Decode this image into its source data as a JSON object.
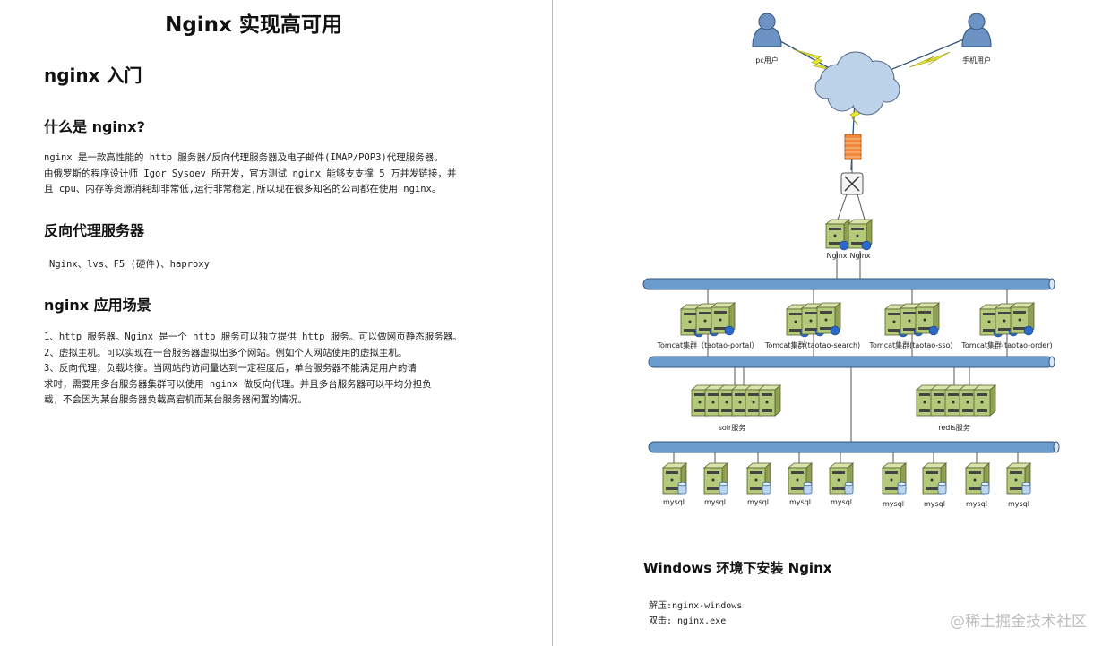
{
  "left_page": {
    "title": "Nginx 实现高可用",
    "section_intro": "nginx 入门",
    "what_is": {
      "heading": "什么是 nginx?",
      "lines": [
        "nginx 是一款高性能的 http 服务器/反向代理服务器及电子邮件(IMAP/POP3)代理服务器。",
        "由俄罗斯的程序设计师 Igor Sysoev 所开发，官方测试 nginx 能够支支撑 5 万并发链接，并",
        "且 cpu、内存等资源消耗却非常低,运行非常稳定,所以现在很多知名的公司都在使用 nginx。"
      ]
    },
    "reverse_proxy": {
      "heading": "反向代理服务器",
      "text": "Nginx、lvs、F5 (硬件)、haproxy"
    },
    "scenarios": {
      "heading": "nginx 应用场景",
      "lines": [
        "1、http 服务器。Nginx 是一个 http 服务可以独立提供 http 服务。可以做网页静态服务器。",
        "2、虚拟主机。可以实现在一台服务器虚拟出多个网站。例如个人网站使用的虚拟主机。",
        "3、反向代理，负载均衡。当网站的访问量达到一定程度后，单台服务器不能满足用户的请",
        "求时，需要用多台服务器集群可以使用 nginx 做反向代理。并且多台服务器可以平均分担负",
        "载，不会因为某台服务器负载高宕机而某台服务器闲置的情况。"
      ]
    }
  },
  "diagram": {
    "users": [
      "pc用户",
      "手机用户"
    ],
    "nginx_nodes": [
      "Nginx",
      "Nginx"
    ],
    "tomcat_clusters": [
      "Tomcat集群（taotao-portal）",
      "Tomcat集群(taotao-search)",
      "Tomcat集群(taotao-sso)",
      "Tomcat集群(taotao-order)"
    ],
    "services": [
      "solr服务",
      "redis服务"
    ],
    "mysql_nodes": [
      "mysql",
      "mysql",
      "mysql",
      "mysql",
      "mysql",
      "mysql",
      "mysql",
      "mysql",
      "mysql"
    ],
    "colors": {
      "bus": "#6a9ccd",
      "server": "#b5c97a",
      "user": "#6c93c4",
      "cloud": "#bcd3ea",
      "lightning": "#e8e830",
      "firewall": "#f08a3a"
    }
  },
  "right_page": {
    "windows_heading": "Windows 环境下安装 Nginx",
    "steps": [
      "解压:nginx-windows",
      "双击: nginx.exe"
    ]
  },
  "watermark": "@稀土掘金技术社区"
}
